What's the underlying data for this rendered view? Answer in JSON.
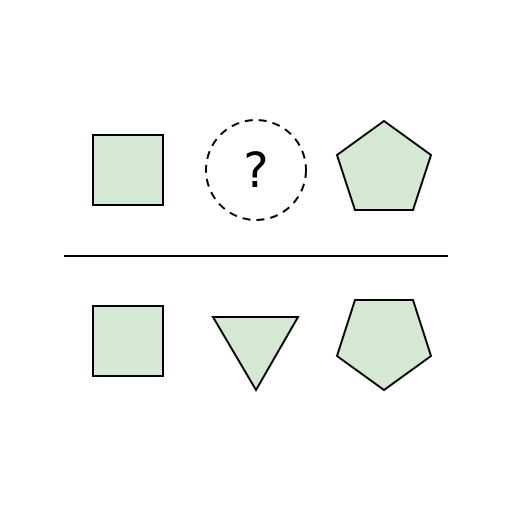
{
  "puzzle": {
    "question_row": {
      "items": [
        {
          "shape": "square",
          "fill": "#d5e8d4"
        },
        {
          "shape": "placeholder-circle",
          "symbol": "?"
        },
        {
          "shape": "pentagon",
          "orientation": "point-up",
          "fill": "#d5e8d4"
        }
      ]
    },
    "answer_row": {
      "items": [
        {
          "shape": "square",
          "fill": "#d5e8d4"
        },
        {
          "shape": "triangle",
          "orientation": "point-down",
          "fill": "#d5e8d4"
        },
        {
          "shape": "pentagon",
          "orientation": "point-down",
          "fill": "#d5e8d4"
        }
      ]
    },
    "colors": {
      "shape_fill": "#d5e8d4",
      "stroke": "#000000",
      "background": "#ffffff"
    }
  }
}
